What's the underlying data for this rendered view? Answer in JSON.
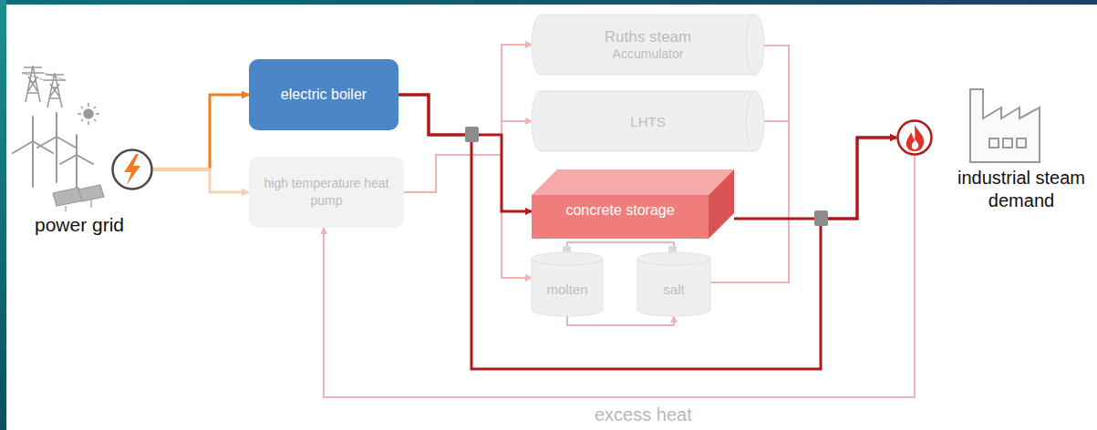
{
  "diagram": {
    "nodes": [
      {
        "text": [
          "power grid"
        ]
      },
      {
        "text": [
          "electric boiler"
        ]
      },
      {
        "text": [
          "high temperature heat pump"
        ]
      },
      {
        "text": [
          "Ruths steam",
          "Accumulator"
        ]
      },
      {
        "text": [
          "LHTS"
        ]
      },
      {
        "text": [
          "concrete storage"
        ]
      },
      {
        "text": [
          "molten"
        ]
      },
      {
        "text": [
          "salt"
        ]
      },
      {
        "text": [
          "industrial steam demand"
        ]
      }
    ],
    "edges": [
      {
        "from": 0,
        "to": 1,
        "arrow": "to"
      },
      {
        "from": 0,
        "to": 2,
        "arrow": "to"
      },
      {
        "from": 1,
        "to": 3,
        "arrow": "to"
      },
      {
        "from": 1,
        "to": 4,
        "arrow": "to"
      },
      {
        "from": 1,
        "to": 5,
        "arrow": "to"
      },
      {
        "from": 1,
        "to": 6,
        "arrow": "to"
      },
      {
        "from": 1,
        "to": 8,
        "arrow": "to"
      },
      {
        "from": 2,
        "to": 3,
        "arrow": "to"
      },
      {
        "from": 3,
        "to": 8,
        "arrow": "to"
      },
      {
        "from": 4,
        "to": 8,
        "arrow": "to"
      },
      {
        "from": 5,
        "to": 8,
        "arrow": "to"
      },
      {
        "from": 7,
        "to": 8,
        "arrow": "to"
      },
      {
        "from": 7,
        "to": 6,
        "arrow": "to"
      },
      {
        "from": 6,
        "to": 7,
        "arrow": "to"
      },
      {
        "from": 8,
        "to": 2,
        "label": "excess heat",
        "arrow": "to"
      }
    ]
  }
}
